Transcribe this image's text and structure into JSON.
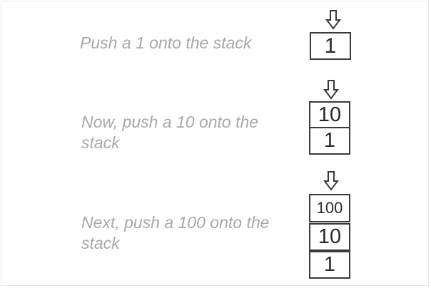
{
  "steps": [
    {
      "caption": "Push a 1 onto the stack",
      "stack": [
        "1"
      ]
    },
    {
      "caption": "Now, push a 10 onto the stack",
      "stack": [
        "10",
        "1"
      ]
    },
    {
      "caption": "Next, push a 100 onto the stack",
      "stack": [
        "100",
        "10",
        "1"
      ]
    }
  ],
  "colors": {
    "caption": "#a8a8a8",
    "border": "#3a3a3a",
    "text": "#2a2a2a"
  },
  "icons": {
    "push_arrow": "down-arrow-icon"
  }
}
